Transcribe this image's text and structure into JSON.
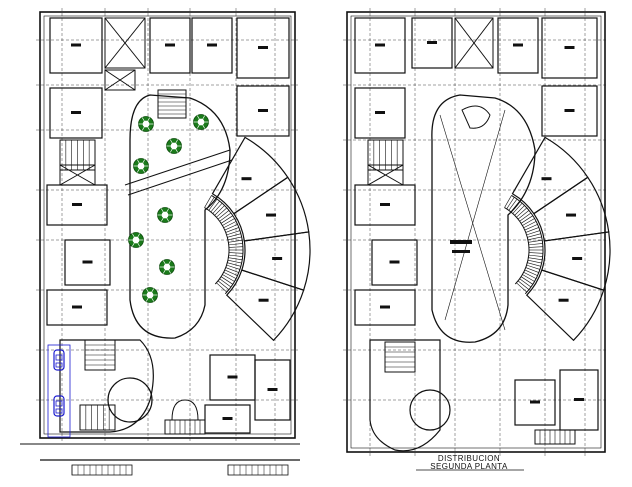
{
  "caption": {
    "line1": "DISTRIBUCION",
    "line2": "SEGUNDA PLANTA"
  },
  "colors": {
    "lines": "#111111",
    "trees": "#1a7a1a",
    "parking_cars": "#1a1ad0",
    "background": "#ffffff"
  },
  "plans": [
    {
      "id": "left-plan",
      "trees": 8,
      "parking_cars": 2
    },
    {
      "id": "right-plan",
      "trees": 0,
      "parking_cars": 0
    }
  ]
}
